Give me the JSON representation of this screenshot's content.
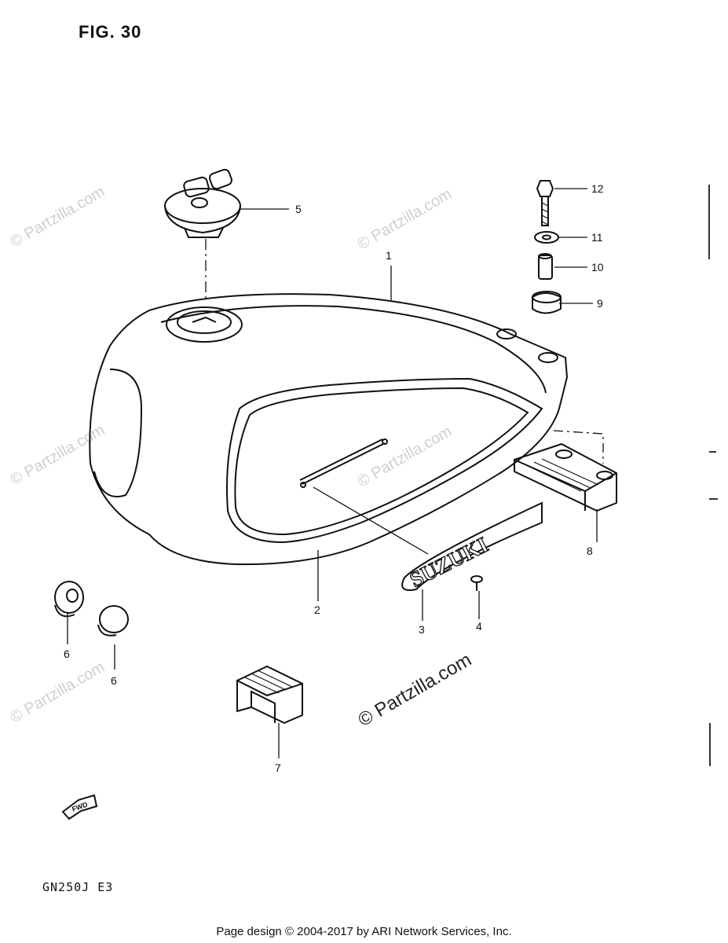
{
  "figure": {
    "title": "FIG. 30",
    "model_code": "GN250J  E3",
    "footer": "Page design © 2004-2017 by ARI Network Services, Inc.",
    "watermark": "© Partzilla.com",
    "fwd_label": "FWD",
    "emblem_text": "SUZUKI"
  },
  "callouts": {
    "c1": "1",
    "c2": "2",
    "c3": "3",
    "c4": "4",
    "c5": "5",
    "c6a": "6",
    "c6b": "6",
    "c7": "7",
    "c8": "8",
    "c9": "9",
    "c10": "10",
    "c11": "11",
    "c12": "12"
  },
  "colors": {
    "line": "#111111",
    "watermark": "#cfcfcf"
  }
}
